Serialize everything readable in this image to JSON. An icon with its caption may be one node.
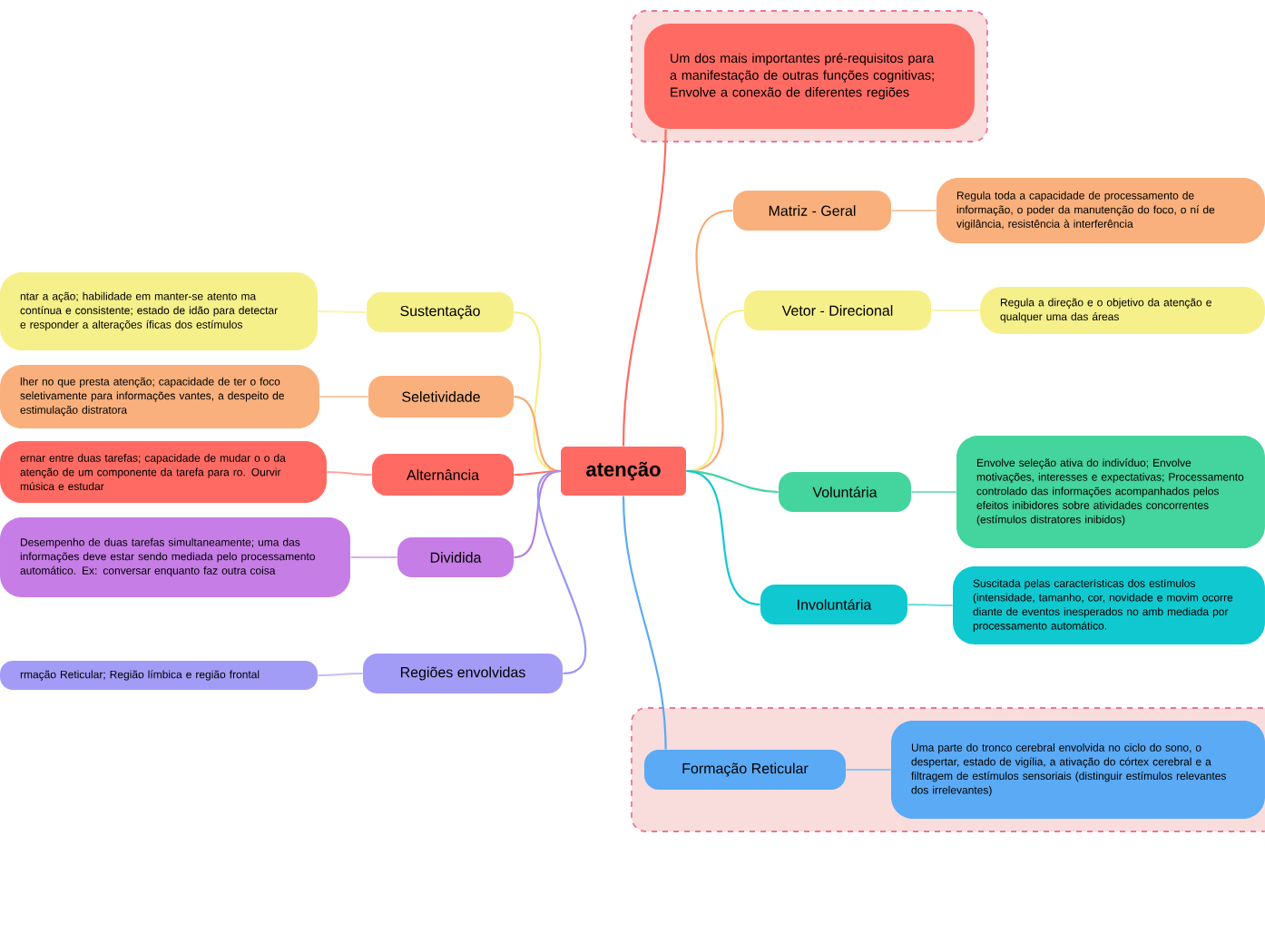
{
  "diagram": {
    "nodes": [
      {
        "text": [
          "atenção"
        ]
      },
      {
        "text": [],
        "shape": "box"
      },
      {
        "text": [
          "Um dos mais importantes pré-requisitos para a manifestação de outras funções cognitivas; Envolve a conexão de diferentes regiões"
        ],
        "in": 1
      },
      {
        "text": [
          "Matriz - Geral"
        ]
      },
      {
        "text": [
          "Regula toda a capacidade de processamento de informação, o poder da manutenção do foco, o ní de vigilância, resistência à interferência"
        ]
      },
      {
        "text": [
          "Vetor - Direcional"
        ]
      },
      {
        "text": [
          "Regula a direção e o objetivo da atenção e qualquer uma das áreas"
        ]
      },
      {
        "text": [
          "Voluntária"
        ]
      },
      {
        "text": [
          "Envolve seleção ativa do indivíduo; Envolve motivações, interesses e expectativas; Processamento controlado das informações acompanhados pelos efeitos inibidores sobre atividades concorrentes (estímulos distratores inibidos)"
        ]
      },
      {
        "text": [
          "Involuntária"
        ]
      },
      {
        "text": [
          "Suscitada pelas características dos estímulos (intensidade, tamanho, cor, novidade e movim ocorre diante de eventos inesperados no amb mediada por processamento automático."
        ]
      },
      {
        "text": [],
        "shape": "box"
      },
      {
        "text": [
          "Formação Reticular"
        ],
        "in": 11
      },
      {
        "text": [
          "Uma parte do tronco cerebral envolvida no ciclo do sono, o despertar, estado de vigília, a ativação do córtex cerebral e a filtragem de estímulos sensoriais (distinguir estímulos relevantes dos irrelevantes)"
        ],
        "in": 11
      },
      {
        "text": [
          "Sustentação"
        ]
      },
      {
        "text": [
          "ntar a ação; habilidade em manter-se atento ma contínua e consistente; estado de idão para detectar e responder a alterações íficas dos estímulos"
        ]
      },
      {
        "text": [
          "Seletividade"
        ]
      },
      {
        "text": [
          "lher no que presta atenção; capacidade de ter o foco seletivamente para informações vantes, a despeito de estimulação distratora"
        ]
      },
      {
        "text": [
          "Alternância"
        ]
      },
      {
        "text": [
          "ernar entre duas tarefas; capacidade de mudar o o da atenção de um componente da tarefa para ro. Ourvir música e estudar"
        ]
      },
      {
        "text": [
          "Dividida"
        ]
      },
      {
        "text": [
          "Desempenho de duas tarefas simultaneamente; uma das informações deve estar sendo mediada pelo processamento automático. Ex: conversar enquanto faz outra coisa"
        ]
      },
      {
        "text": [
          "Regiões envolvidas"
        ]
      },
      {
        "text": [
          "rmação Reticular; Região límbica e região frontal"
        ]
      }
    ],
    "edges": [
      {
        "from": 0,
        "to": 2,
        "arrow": "none",
        "color": "#ff6b63"
      },
      {
        "from": 0,
        "to": 3,
        "arrow": "none",
        "color": "#f9a870"
      },
      {
        "from": 3,
        "to": 4,
        "arrow": "none",
        "color": "#fbc9a4"
      },
      {
        "from": 0,
        "to": 5,
        "arrow": "none",
        "color": "#f5ef85"
      },
      {
        "from": 5,
        "to": 6,
        "arrow": "none",
        "color": "#f8f4b0"
      },
      {
        "from": 0,
        "to": 7,
        "arrow": "none",
        "color": "#44d49e"
      },
      {
        "from": 7,
        "to": 8,
        "arrow": "none",
        "color": "#7de2bb"
      },
      {
        "from": 0,
        "to": 9,
        "arrow": "none",
        "color": "#10c8d0"
      },
      {
        "from": 9,
        "to": 10,
        "arrow": "none",
        "color": "#6fdde2"
      },
      {
        "from": 0,
        "to": 12,
        "arrow": "none",
        "color": "#5aaaf5"
      },
      {
        "from": 12,
        "to": 13,
        "arrow": "none",
        "color": "#8cc3f7"
      },
      {
        "from": 0,
        "to": 14,
        "arrow": "none",
        "color": "#f5ef85"
      },
      {
        "from": 14,
        "to": 15,
        "arrow": "none",
        "color": "#f8f4b0"
      },
      {
        "from": 0,
        "to": 16,
        "arrow": "none",
        "color": "#f9a870"
      },
      {
        "from": 16,
        "to": 17,
        "arrow": "none",
        "color": "#fbc9a4"
      },
      {
        "from": 0,
        "to": 18,
        "arrow": "none",
        "color": "#ff6b63"
      },
      {
        "from": 18,
        "to": 19,
        "arrow": "none",
        "color": "#ffa09b"
      },
      {
        "from": 0,
        "to": 20,
        "arrow": "none",
        "color": "#b57de0"
      },
      {
        "from": 20,
        "to": 21,
        "arrow": "none",
        "color": "#d5b0ee"
      },
      {
        "from": 0,
        "to": 22,
        "arrow": "none",
        "color": "#9b96f5"
      },
      {
        "from": 22,
        "to": 23,
        "arrow": "none",
        "color": "#c3c0f9"
      }
    ]
  }
}
